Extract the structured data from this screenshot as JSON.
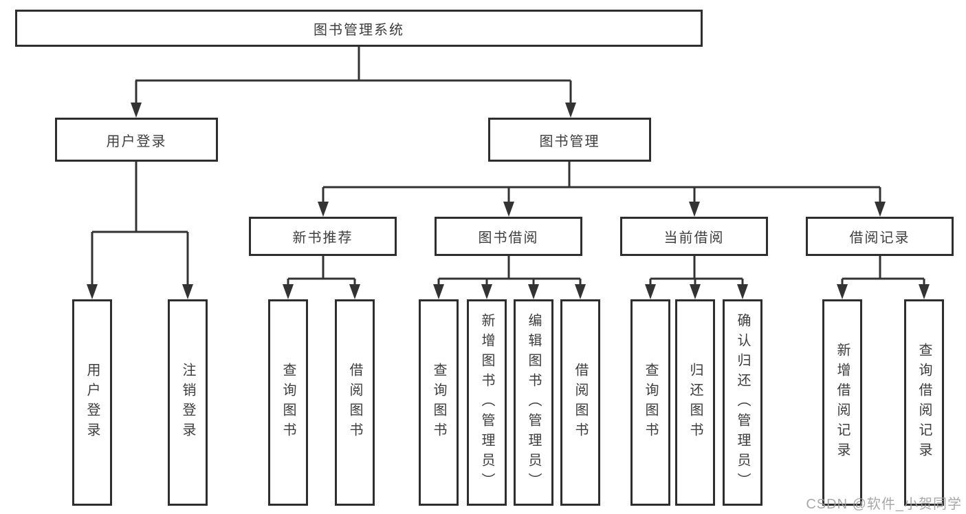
{
  "tree": {
    "root": {
      "label": "图书管理系统"
    },
    "branches": [
      {
        "label": "用户登录",
        "children": [
          {
            "label": "用户登录"
          },
          {
            "label": "注销登录"
          }
        ]
      },
      {
        "label": "图书管理",
        "children": [
          {
            "label": "新书推荐",
            "children": [
              {
                "label": "查询图书"
              },
              {
                "label": "借阅图书"
              }
            ]
          },
          {
            "label": "图书借阅",
            "children": [
              {
                "label": "查询图书"
              },
              {
                "label": "新增图书（管理员）"
              },
              {
                "label": "编辑图书（管理员）"
              },
              {
                "label": "借阅图书"
              }
            ]
          },
          {
            "label": "当前借阅",
            "children": [
              {
                "label": "查询图书"
              },
              {
                "label": "归还图书"
              },
              {
                "label": "确认归还（管理员）"
              }
            ]
          },
          {
            "label": "借阅记录",
            "children": [
              {
                "label": "新增借阅记录"
              },
              {
                "label": "查询借阅记录"
              }
            ]
          }
        ]
      }
    ]
  },
  "watermark": "CSDN @软件_小贺同学",
  "colors": {
    "line": "#333333",
    "box_border": "#2e2e2e",
    "text": "#3d3d3d",
    "watermark": "#9e9e9e",
    "background": "#ffffff"
  }
}
